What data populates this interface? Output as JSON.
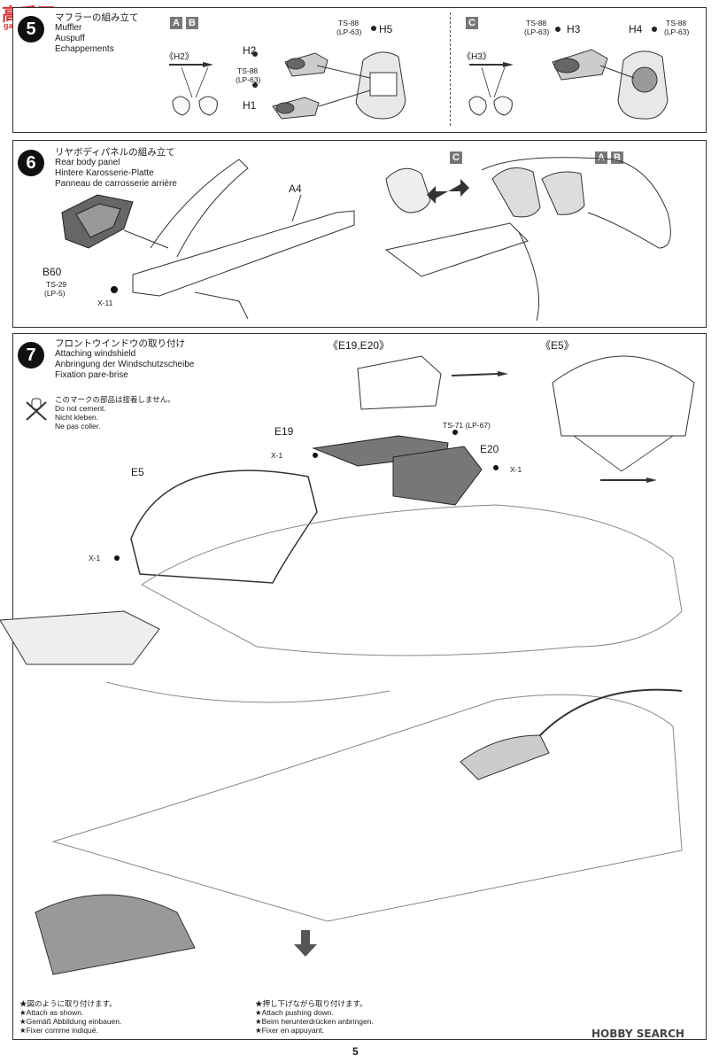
{
  "step5": {
    "number": "5",
    "title_jp": "マフラーの組み立て",
    "title_en": "Muffler",
    "title_de": "Auspuff",
    "title_fr": "Echappements",
    "box_a": "A",
    "box_b": "B",
    "box_c": "C",
    "h2_callout": "《H2》",
    "h3_callout": "《H3》",
    "h2": "H2",
    "h1": "H1",
    "h5": "H5",
    "h3": "H3",
    "h4": "H4",
    "paint_ts88": "TS-88",
    "paint_lp63": "(LP-63)"
  },
  "step6": {
    "number": "6",
    "title_jp": "リヤボディパネルの組み立て",
    "title_en": "Rear body panel",
    "title_de": "Hintere Karosserie-Platte",
    "title_fr": "Panneau de carrosserie arrière",
    "a4": "A4",
    "b60": "B60",
    "ts29": "TS-29",
    "lp5": "(LP-5)",
    "x11": "X-11",
    "box_c": "C",
    "box_a": "A",
    "box_b": "B"
  },
  "step7": {
    "number": "7",
    "title_jp": "フロントウインドウの取り付け",
    "title_en": "Attaching windshield",
    "title_de": "Anbringung der Windschutzscheibe",
    "title_fr": "Fixation pare-brise",
    "nocement_jp": "このマークの部品は接着しません。",
    "nocement_en": "Do not cement.",
    "nocement_de": "Nicht kleben.",
    "nocement_fr": "Ne pas coller.",
    "e19e20_callout": "《E19,E20》",
    "e5_callout": "《E5》",
    "e19": "E19",
    "e20": "E20",
    "e5": "E5",
    "ts71": "TS-71 (LP-67)",
    "x1": "X-1"
  },
  "notes": {
    "left_jp": "★図のように取り付けます。",
    "left_en": "★Attach as shown.",
    "left_de": "★Gemäß Abbildung einbauen.",
    "left_fr": "★Fixer comme indiqué.",
    "right_jp": "★押し下げながら取り付けます。",
    "right_en": "★Attach pushing down.",
    "right_de": "★Beim herunterdrücken anbringen.",
    "right_fr": "★Fixer en appuyant."
  },
  "footer": {
    "page_number": "5",
    "brand": "HOBBY SEARCH",
    "watermark_top": "高手网",
    "watermark_url": "gaoshou.net"
  }
}
